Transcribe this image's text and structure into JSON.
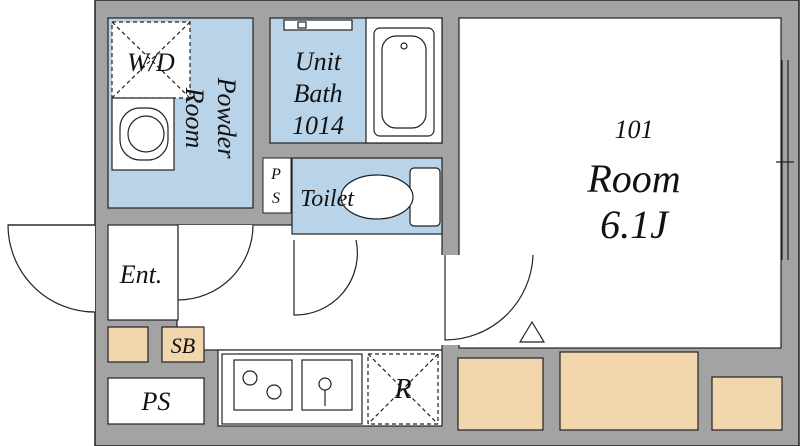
{
  "rooms": {
    "wd": "W/D",
    "powder_room": [
      "Powder",
      "Room"
    ],
    "unit_bath": [
      "Unit",
      "Bath",
      "1014"
    ],
    "ps_small": [
      "P",
      "S"
    ],
    "toilet": "Toilet",
    "room_number": "101",
    "room_label": "Room",
    "room_size": "6.1J",
    "entrance": "Ent.",
    "shoe_box": "SB",
    "ps": "PS",
    "refrigerator": "R"
  },
  "colors": {
    "wall": "#a3a3a3",
    "wet_area": "#b9d3e8",
    "storage": "#f2d6ad",
    "floor": "#ffffff",
    "line": "#111111"
  }
}
